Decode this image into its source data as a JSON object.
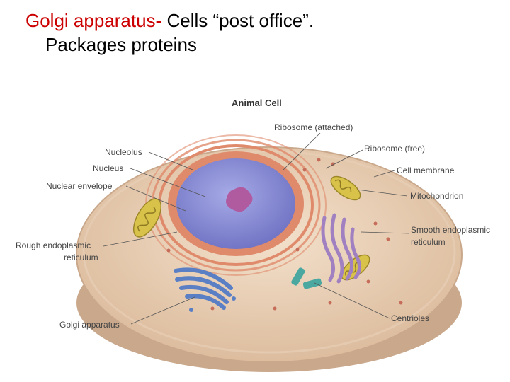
{
  "slide": {
    "title_term": "Golgi apparatus-",
    "title_rest": " Cells “post office”.",
    "title_line2": "Packages proteins"
  },
  "diagram": {
    "title": "Animal Cell",
    "labels": {
      "ribosome_attached": "Ribosome (attached)",
      "ribosome_free": "Ribosome (free)",
      "nucleolus": "Nucleolus",
      "nucleus": "Nucleus",
      "nuclear_envelope": "Nuclear envelope",
      "cell_membrane": "Cell membrane",
      "mitochondrion": "Mitochondrion",
      "rough_er_line1": "Rough endoplasmic",
      "rough_er_line2": "reticulum",
      "smooth_er_line1": "Smooth endoplasmic",
      "smooth_er_line2": "reticulum",
      "centrioles": "Centrioles",
      "golgi": "Golgi apparatus"
    },
    "colors": {
      "cytoplasm": "#e8cdb2",
      "cell_edge": "#c9a88c",
      "nucleus": "#8b8fd6",
      "nucleolus": "#b05aa0",
      "rough_er": "#e08a6c",
      "mitochondria": "#d9c24a",
      "smooth_er": "#a080c0",
      "golgi": "#5a7fc4",
      "centrioles": "#4aa8a0"
    }
  }
}
